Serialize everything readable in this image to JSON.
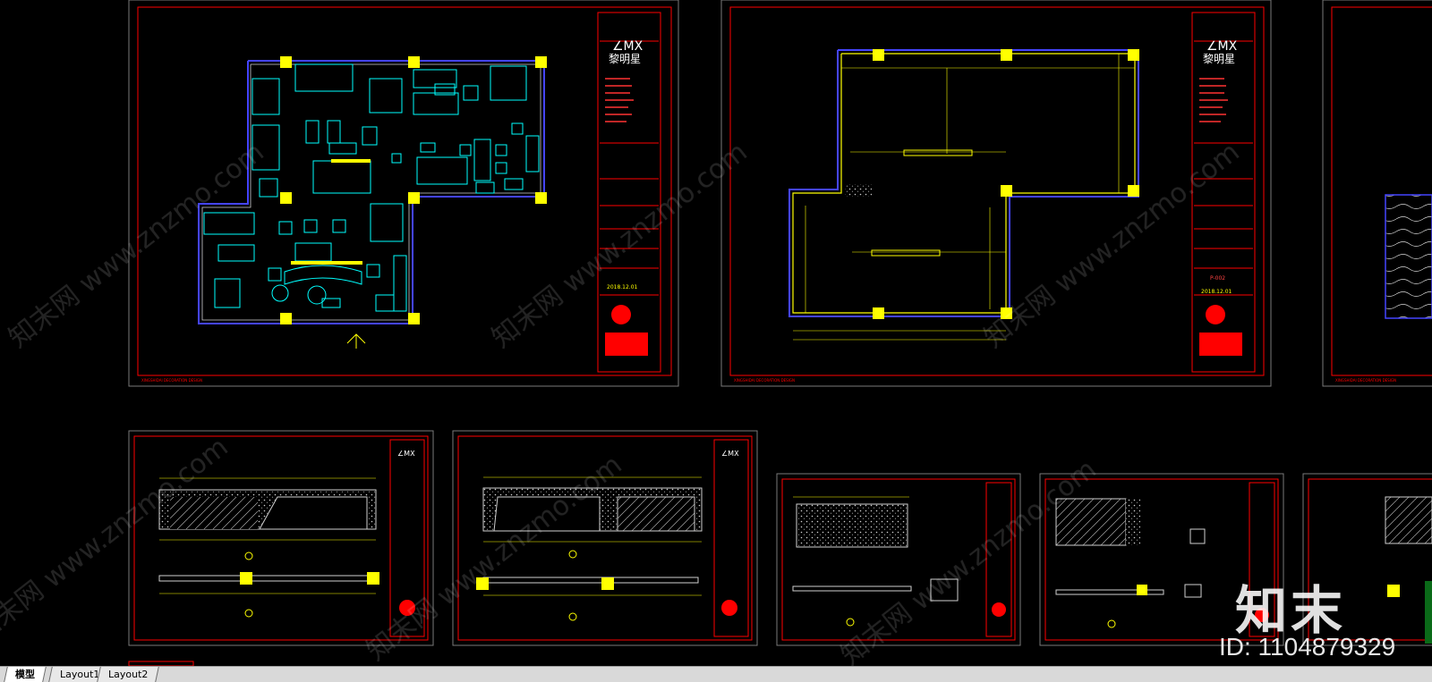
{
  "app": {
    "tabs": [
      {
        "label": "模型",
        "active": true
      },
      {
        "label": "Layout1",
        "active": false
      },
      {
        "label": "Layout2",
        "active": false
      }
    ]
  },
  "watermark": {
    "brand": "知末",
    "id_text": "ID: 1104879329",
    "diag_text": "知末网 www.znzmo.com"
  },
  "titleblock": {
    "logo_text": "∠MX",
    "brand_cn": "黎明星",
    "date": "2018.12.01"
  },
  "sheets": [
    {
      "name": "sheet-furniture-plan",
      "footer": "XINGSHIDAI DECORATION DESIGN"
    },
    {
      "name": "sheet-dimension-plan",
      "drawing_no": "P-002",
      "footer": "XINGSHIDAI DECORATION DESIGN"
    },
    {
      "name": "sheet-third-partial",
      "footer": "XINGSHIDAI DECORATION DESIGN"
    },
    {
      "name": "sheet-elevation-a"
    },
    {
      "name": "sheet-elevation-b"
    },
    {
      "name": "sheet-elevation-c"
    },
    {
      "name": "sheet-elevation-d"
    },
    {
      "name": "sheet-elevation-e"
    }
  ],
  "colors": {
    "frame": "#ff0000",
    "furniture": "#00ffff",
    "column": "#ffff00",
    "dimension": "#ffff00",
    "wall": "#4444ff",
    "grey_border": "#7a7a7a",
    "background": "#000000"
  }
}
